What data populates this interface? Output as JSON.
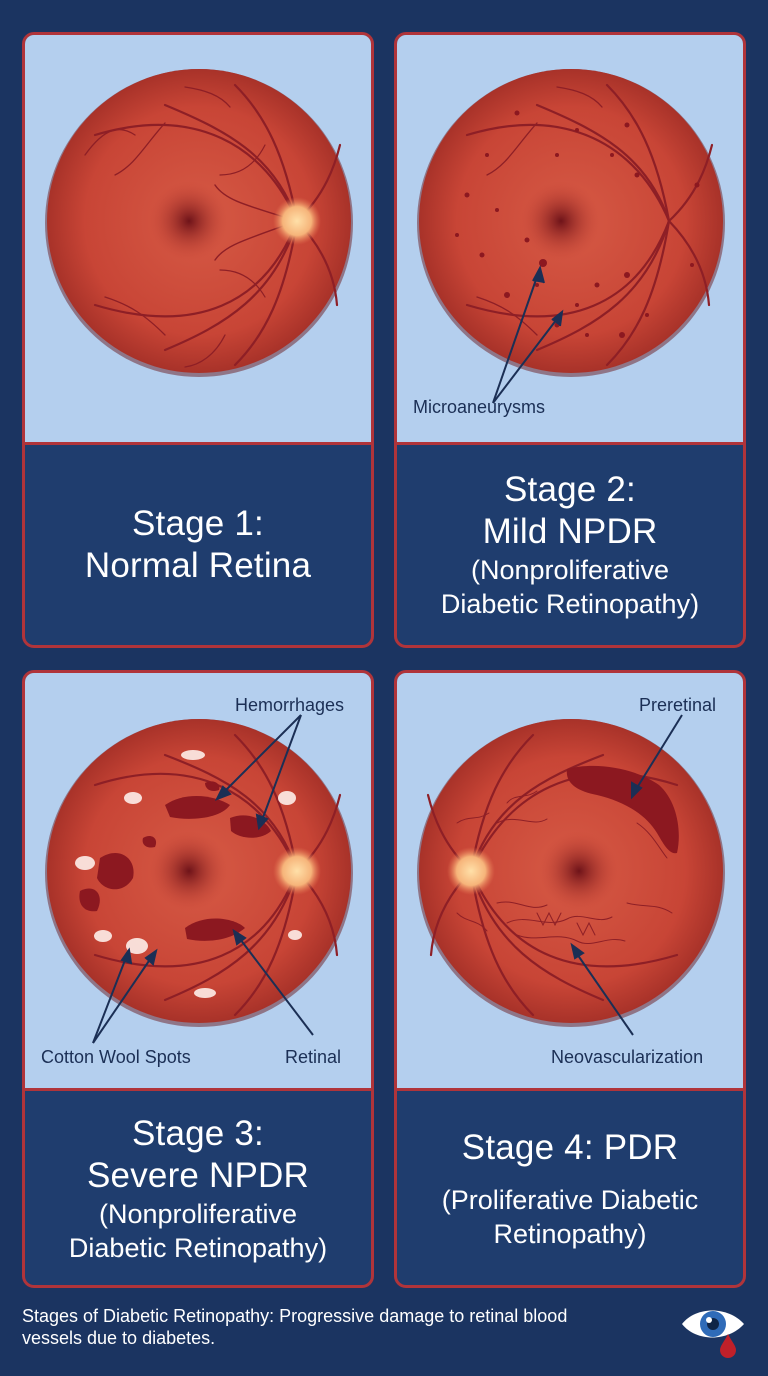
{
  "panels": [
    {
      "id": "stage1",
      "title_lines": [
        "Stage 1:",
        "Normal Retina"
      ],
      "subtitle_lines": [],
      "labels": []
    },
    {
      "id": "stage2",
      "title_lines": [
        "Stage 2:",
        "Mild NPDR"
      ],
      "subtitle_lines": [
        "(Nonproliferative",
        "Diabetic Retinopathy)"
      ],
      "labels": [
        "Microaneurysms"
      ]
    },
    {
      "id": "stage3",
      "title_lines": [
        "Stage 3:",
        "Severe NPDR"
      ],
      "subtitle_lines": [
        "(Nonproliferative",
        "Diabetic Retinopathy)"
      ],
      "labels": [
        "Hemorrhages",
        "Cotton Wool Spots",
        "Retinal"
      ]
    },
    {
      "id": "stage4",
      "title_lines": [
        "Stage 4: PDR"
      ],
      "subtitle_lines": [
        "(Proliferative Diabetic",
        "Retinopathy)"
      ],
      "labels": [
        "Preretinal",
        "Neovascularization"
      ]
    }
  ],
  "footer": {
    "strong": "Stages of Diabetic Retinopathy:",
    "rest": " Progressive damage to retinal blood vessels due to diabetes."
  },
  "colors": {
    "background": "#1b3461",
    "panel_border": "#b0343a",
    "image_bg": "#b4cfee",
    "retina": "#c9493a",
    "vessel": "#8e1f26"
  },
  "icons": [
    "eye-icon",
    "blood-drop-icon"
  ]
}
